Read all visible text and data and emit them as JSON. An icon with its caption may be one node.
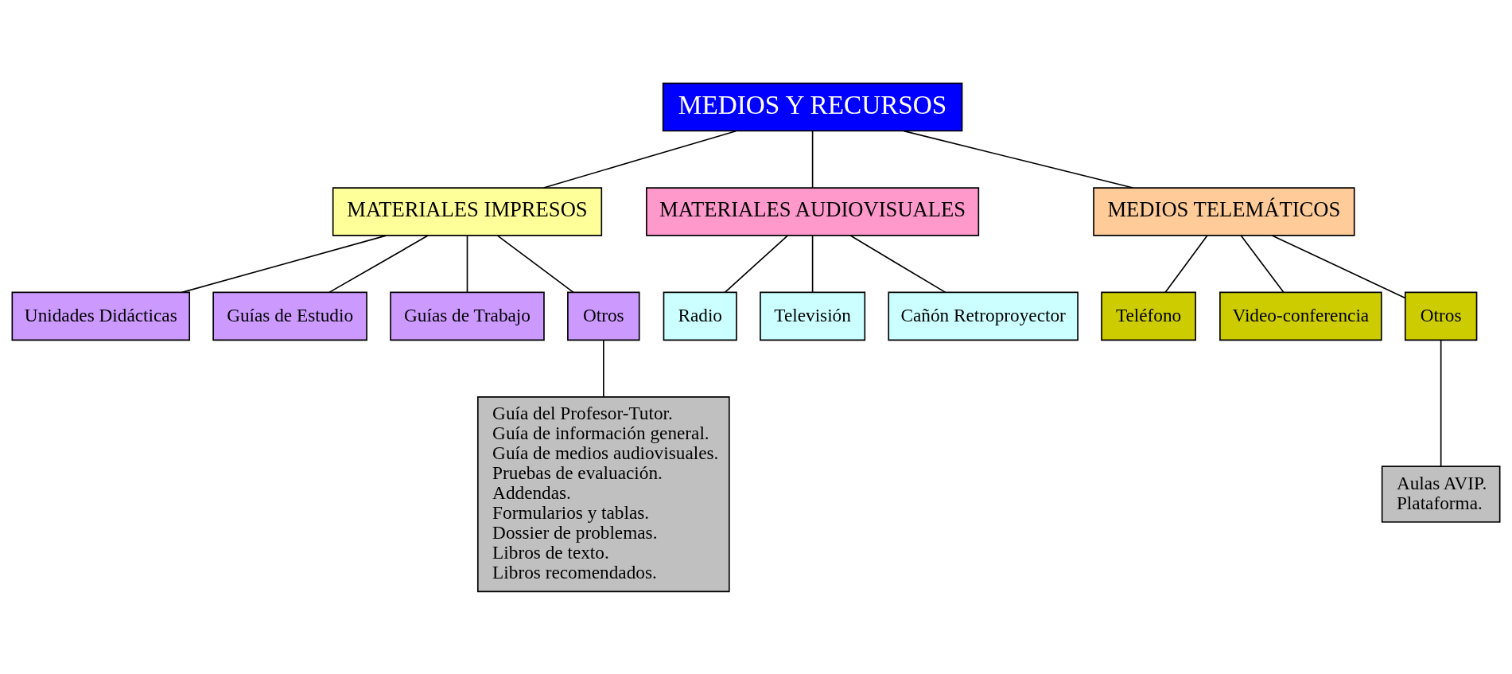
{
  "diagram": {
    "nodes": [
      {
        "text": [
          "MEDIOS Y RECURSOS"
        ]
      },
      {
        "text": [
          "MATERIALES IMPRESOS"
        ]
      },
      {
        "text": [
          "MATERIALES AUDIOVISUALES"
        ]
      },
      {
        "text": [
          "MEDIOS TELEMÁTICOS"
        ]
      },
      {
        "text": [
          "Unidades Didácticas"
        ]
      },
      {
        "text": [
          "Guías de Estudio"
        ]
      },
      {
        "text": [
          "Guías de Trabajo"
        ]
      },
      {
        "text": [
          "Otros"
        ]
      },
      {
        "text": [
          "Radio"
        ]
      },
      {
        "text": [
          "Televisión"
        ]
      },
      {
        "text": [
          "Cañón Retroproyector"
        ]
      },
      {
        "text": [
          "Teléfono"
        ]
      },
      {
        "text": [
          "Video-conferencia"
        ]
      },
      {
        "text": [
          "Otros"
        ]
      },
      {
        "text": [
          "Guía del Profesor-Tutor.",
          "Guía de información general.",
          "Guía de medios audiovisuales.",
          "Pruebas de evaluación.",
          "Addendas.",
          "Formularios y tablas.",
          "Dossier de problemas.",
          "Libros de texto.",
          "Libros recomendados."
        ]
      },
      {
        "text": [
          "Aulas AVIP.",
          "Plataforma."
        ]
      }
    ],
    "edges": [
      {
        "from": 0,
        "to": 1,
        "arrow": "none"
      },
      {
        "from": 0,
        "to": 2,
        "arrow": "none"
      },
      {
        "from": 0,
        "to": 3,
        "arrow": "none"
      },
      {
        "from": 1,
        "to": 4,
        "arrow": "none"
      },
      {
        "from": 1,
        "to": 5,
        "arrow": "none"
      },
      {
        "from": 1,
        "to": 6,
        "arrow": "none"
      },
      {
        "from": 1,
        "to": 7,
        "arrow": "none"
      },
      {
        "from": 2,
        "to": 8,
        "arrow": "none"
      },
      {
        "from": 2,
        "to": 9,
        "arrow": "none"
      },
      {
        "from": 2,
        "to": 10,
        "arrow": "none"
      },
      {
        "from": 3,
        "to": 11,
        "arrow": "none"
      },
      {
        "from": 3,
        "to": 12,
        "arrow": "none"
      },
      {
        "from": 3,
        "to": 13,
        "arrow": "none"
      },
      {
        "from": 7,
        "to": 14,
        "arrow": "none"
      },
      {
        "from": 13,
        "to": 15,
        "arrow": "none"
      }
    ]
  }
}
